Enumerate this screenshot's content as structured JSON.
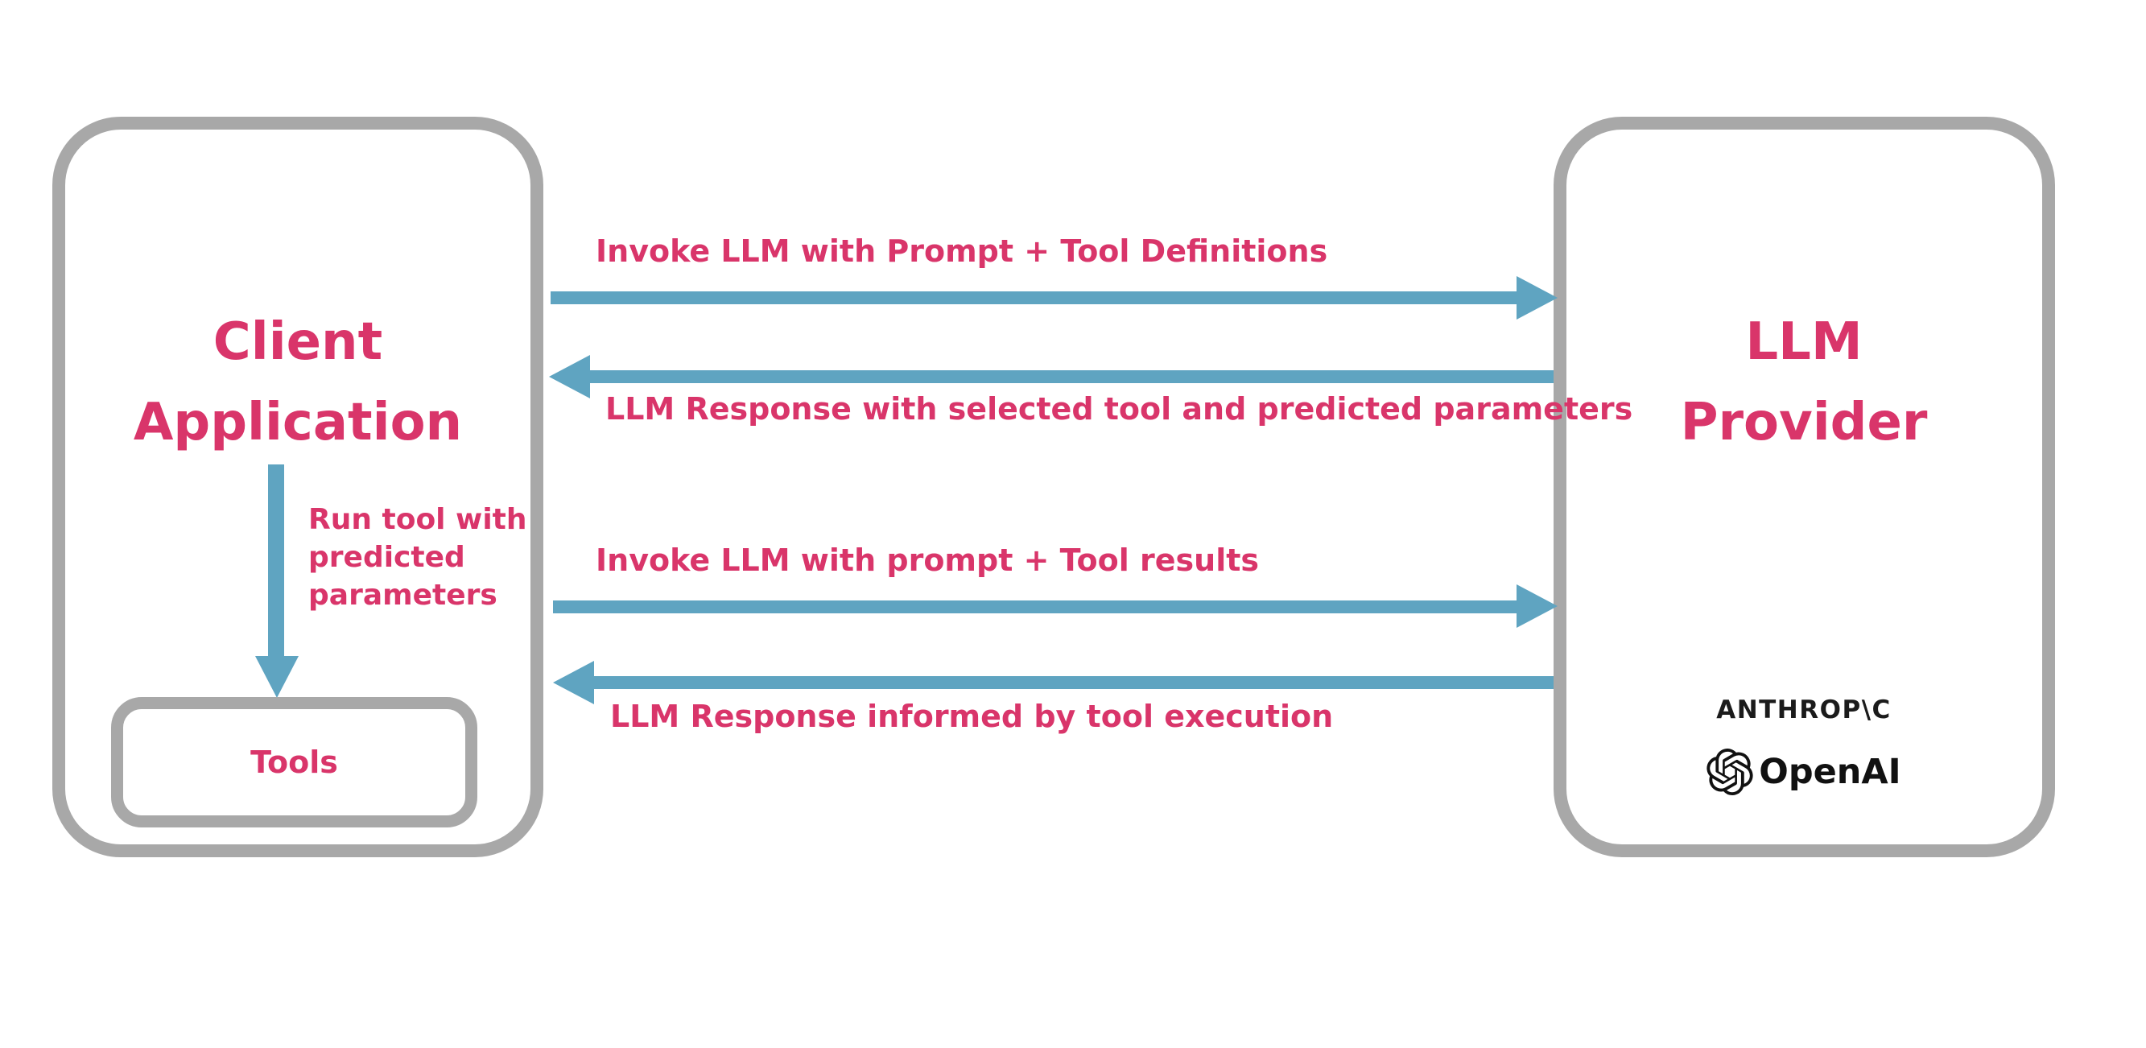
{
  "colors": {
    "pink": "#d9356a",
    "blue": "#5fa4c1",
    "gray": "#a8a8a8",
    "dark": "#1b1b1b"
  },
  "client_box": {
    "title_lines": [
      "Client",
      "Application"
    ],
    "tools_label": "Tools"
  },
  "llm_box": {
    "title_lines": [
      "LLM",
      "Provider"
    ],
    "anthropic_wordmark": "ANTHROP\\C",
    "openai_wordmark": "OpenAI"
  },
  "arrows": [
    {
      "id": "invoke-1",
      "direction": "right",
      "label": "Invoke LLM with Prompt + Tool Definitions"
    },
    {
      "id": "response-1",
      "direction": "left",
      "label": "LLM Response with selected tool and predicted parameters"
    },
    {
      "id": "invoke-2",
      "direction": "right",
      "label": "Invoke LLM with prompt + Tool results"
    },
    {
      "id": "response-2",
      "direction": "left",
      "label": "LLM Response informed by tool execution"
    },
    {
      "id": "run-tool",
      "direction": "down",
      "label_lines": [
        "Run tool with",
        "predicted",
        "parameters"
      ]
    }
  ]
}
